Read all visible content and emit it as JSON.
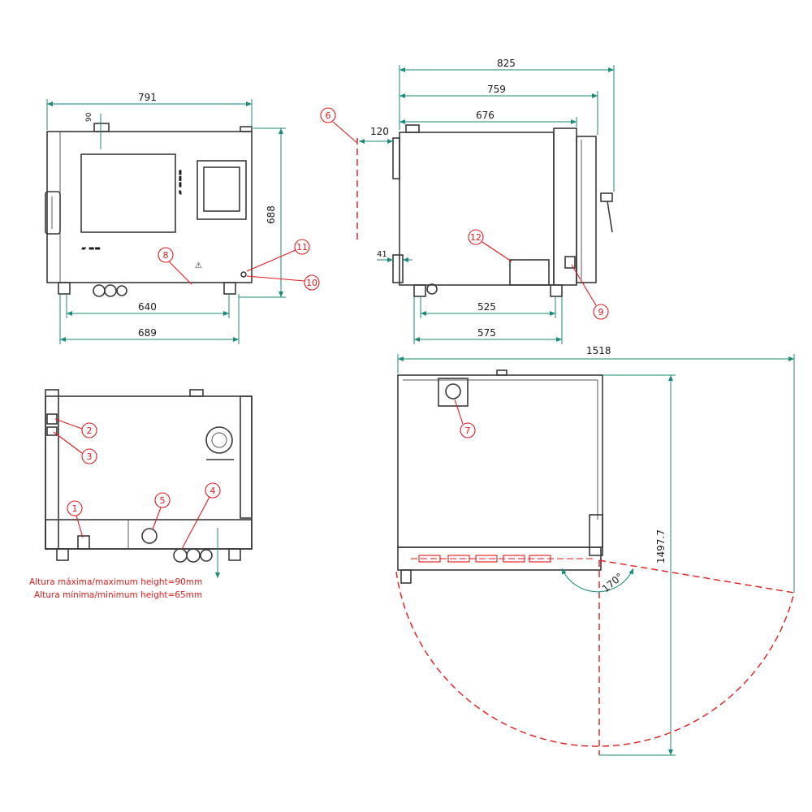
{
  "dimensions": {
    "front_width": "791",
    "front_top_offset": "90",
    "front_height": "688",
    "front_feet_inner": "640",
    "front_feet_outer": "689",
    "side_total_depth": "825",
    "side_depth_2": "759",
    "side_body_depth": "676",
    "side_rear_clearance": "120",
    "side_rear_offset": "41",
    "side_feet_inner": "525",
    "side_feet_outer": "575",
    "top_total_width": "1518",
    "top_total_depth": "1497.7",
    "door_angle": "170°"
  },
  "callouts": [
    "1",
    "2",
    "3",
    "4",
    "5",
    "6",
    "7",
    "8",
    "9",
    "10",
    "11",
    "12"
  ],
  "notes": {
    "max_height": "Altura máxima/maximum height=90mm",
    "min_height": "Altura mínima/minimum height=65mm"
  },
  "colors": {
    "outline": "#3a3a3a",
    "dimension": "#1a8a7a",
    "callout": "#e41a1a"
  }
}
